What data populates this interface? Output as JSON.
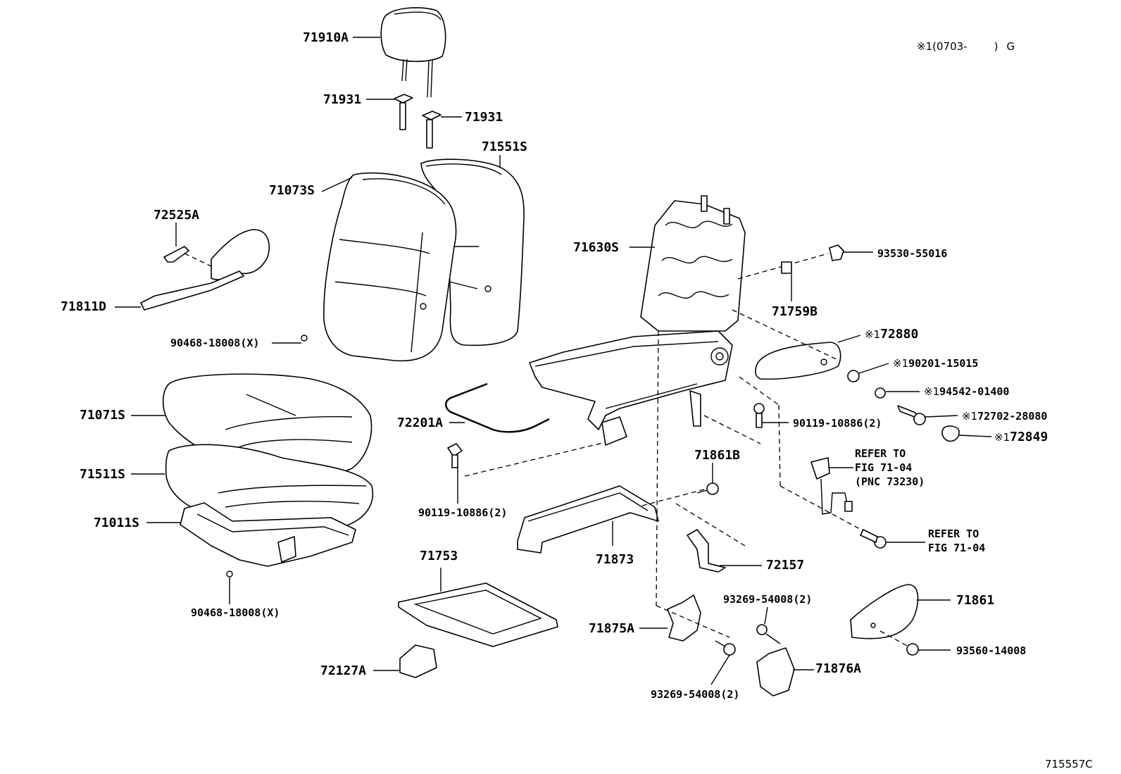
{
  "header_note": {
    "mark": "※1",
    "open": "(0703-",
    "close": ")",
    "suffix": "G"
  },
  "footer_code": "715557C",
  "parts": {
    "p71910A": "71910A",
    "p71931a": "71931",
    "p71931b": "71931",
    "p71551S": "71551S",
    "p71073S": "71073S",
    "p72525A": "72525A",
    "p71811D": "71811D",
    "p90468a": "90468-18008(X)",
    "p71071S": "71071S",
    "p71511S": "71511S",
    "p71011S": "71011S",
    "p90468b": "90468-18008(X)",
    "p72201A": "72201A",
    "p90119a": "90119-10886(2)",
    "p71753": "71753",
    "p72127A": "72127A",
    "p71630S": "71630S",
    "p93530": "93530-55016",
    "p71759B": "71759B",
    "p72880": "72880",
    "p90201": "90201-15015",
    "p94542": "94542-01400",
    "p72702": "72702-28080",
    "p72849": "72849",
    "p90119b": "90119-10886(2)",
    "p71861B": "71861B",
    "p71873": "71873",
    "p72157": "72157",
    "p93269a": "93269-54008(2)",
    "p71875A": "71875A",
    "p93269b": "93269-54008(2)",
    "p71876A": "71876A",
    "p71861": "71861",
    "p93560": "93560-14008"
  },
  "marks": {
    "m72880": "※1",
    "m90201": "※1",
    "m94542": "※1",
    "m72702": "※1",
    "m72849": "※1"
  },
  "refer1": {
    "l1": "REFER TO",
    "l2": "FIG 71-04",
    "l3": "(PNC 73230)"
  },
  "refer2": {
    "l1": "REFER TO",
    "l2": "FIG 71-04"
  }
}
